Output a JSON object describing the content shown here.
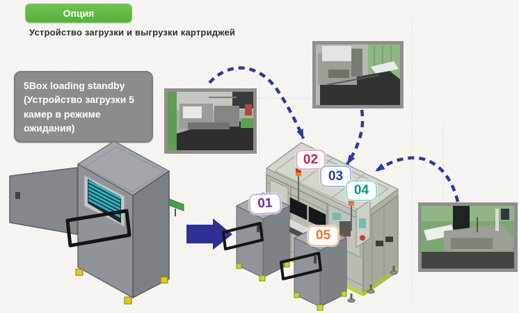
{
  "header": {
    "option_label": "Опция",
    "subtitle": "Устройство загрузки и выгрузки картриджей"
  },
  "callout": {
    "lines": [
      "5Box loading standby",
      "(Устройство загрузки 5",
      "камер в режиме",
      "ожидания)"
    ]
  },
  "station_labels": [
    {
      "id": "01",
      "color": "#6b2f9c"
    },
    {
      "id": "02",
      "color": "#c2255c"
    },
    {
      "id": "03",
      "color": "#1d3fae"
    },
    {
      "id": "04",
      "color": "#009b80"
    },
    {
      "id": "05",
      "color": "#f07022"
    }
  ],
  "colors": {
    "option_button_green": "#5db84a",
    "callout_gray": "#8c8c8c",
    "arrow_blue": "#2d3a96",
    "solid_arrow_blue": "#2e3192",
    "cartridge_teal": "#2fb3c0",
    "machine_gray": "#9aa0a4",
    "foot_yellow": "#e3c81f",
    "foot_yellow_green": "#c7d62e"
  }
}
